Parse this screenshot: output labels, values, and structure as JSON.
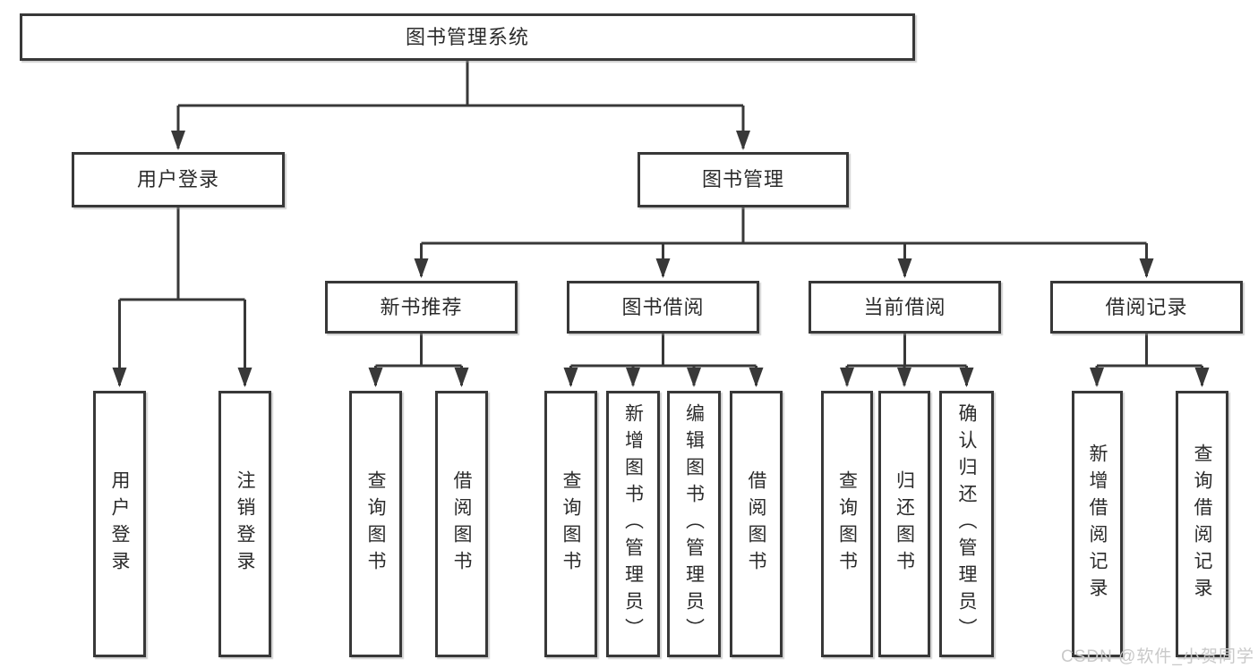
{
  "diagram": {
    "type": "hierarchy-tree",
    "title": "图书管理系统"
  },
  "nodes": {
    "root": "图书管理系统",
    "user_login": "用户登录",
    "book_mgmt": "图书管理",
    "new_book": "新书推荐",
    "book_borrow": "图书借阅",
    "current_borrow": "当前借阅",
    "borrow_record": "借阅记录",
    "ul_login": "用户登录",
    "ul_logout": "注销登录",
    "nb_query": "查询图书",
    "nb_borrow": "借阅图书",
    "bb_query": "查询图书",
    "bb_add": "新增图书（管理员）",
    "bb_edit": "编辑图书（管理员）",
    "bb_borrow": "借阅图书",
    "cb_query": "查询图书",
    "cb_return": "归还图书",
    "cb_confirm": "确认归还（管理员）",
    "br_add": "新增借阅记录",
    "br_query": "查询借阅记录"
  },
  "watermark": "CSDN @软件_小贺同学",
  "colors": {
    "line": "#383838",
    "box_border": "#383838",
    "box_fill": "#ffffff",
    "text": "#2b2b2b",
    "watermark": "#c9c9c9"
  }
}
